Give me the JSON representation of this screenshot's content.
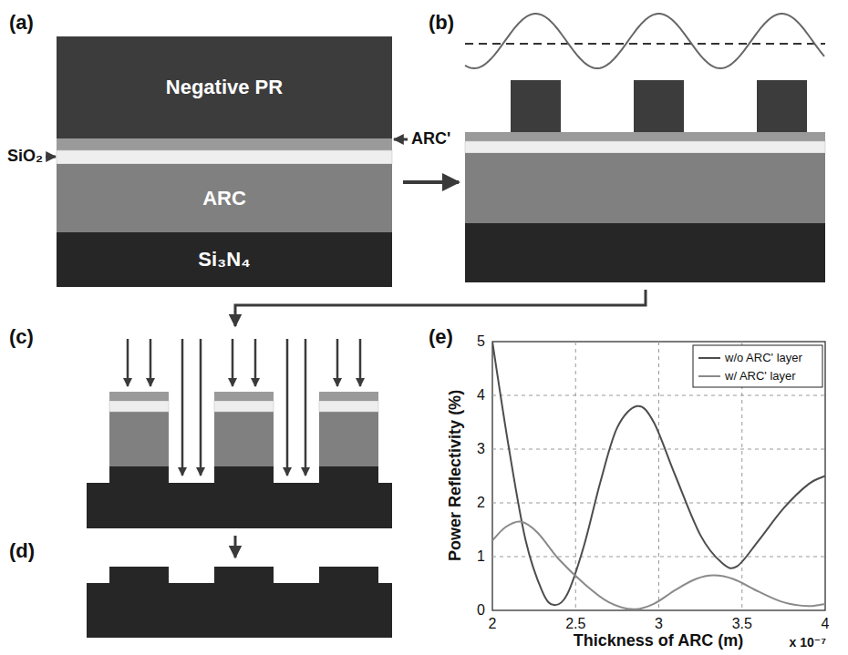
{
  "diagram": {
    "nodes": [
      {
        "text": [
          "Negative PR"
        ]
      },
      {
        "text": [
          "ARC"
        ]
      },
      {
        "text": [
          "Si₃N₄"
        ]
      }
    ],
    "labels": [
      "(a)",
      "(b)",
      "(c)",
      "(d)",
      "(e)",
      "SiO₂",
      "ARC'",
      "0",
      "1",
      "2",
      "3",
      "4",
      "5",
      "2",
      "2.5",
      "3",
      "3.5",
      "4",
      "Power Reflectivity (%)",
      "Thickness of ARC (m)",
      "x 10⁻⁷"
    ],
    "legend": [
      {
        "text": "w/o ARC' layer"
      },
      {
        "text": "w/ ARC' layer"
      }
    ]
  }
}
